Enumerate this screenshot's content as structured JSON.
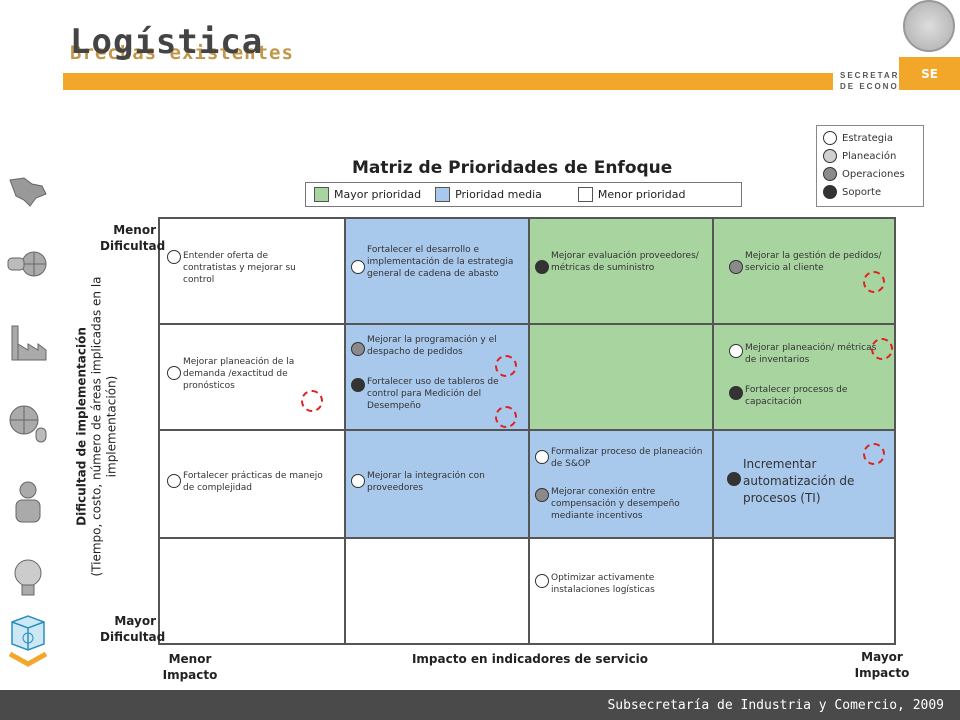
{
  "header": {
    "title": "Logística",
    "subtitle": "Brechas existentes",
    "secretaria_line1": "SECRETARÍA",
    "secretaria_line2": "DE ECONOMÍA",
    "badge": "SE"
  },
  "legend": {
    "items": [
      {
        "label": "Estrategia",
        "color": "#ffffff"
      },
      {
        "label": "Planeación",
        "color": "#d0d0d0"
      },
      {
        "label": "Operaciones",
        "color": "#8a8a8a"
      },
      {
        "label": "Soporte",
        "color": "#333333"
      }
    ]
  },
  "matrix": {
    "title": "Matriz de Prioridades de Enfoque",
    "priority_legend": [
      {
        "label": "Mayor prioridad",
        "color": "#a8d4a0"
      },
      {
        "label": "Prioridad media",
        "color": "#a8c8ec"
      },
      {
        "label": "Menor prioridad",
        "color": "#ffffff"
      }
    ],
    "cells": {
      "r0c0": "Entender oferta de contratistas y mejorar su control",
      "r0c1": "Fortalecer el desarrollo e implementación de la estrategia general de cadena de abasto",
      "r0c2": "Mejorar evaluación proveedores/ métricas de suministro",
      "r0c3": "Mejorar la gestión de pedidos/ servicio al cliente",
      "r1c0": "Mejorar planeación de la demanda /exactitud de pronósticos",
      "r1c1a": "Mejorar la programación y el despacho de pedidos",
      "r1c1b": "Fortalecer uso de tableros de control para Medición del Desempeño",
      "r1c3a": "Mejorar planeación/ métricas de inventarios",
      "r1c3b": "Fortalecer procesos de capacitación",
      "r2c0": "Fortalecer prácticas de manejo de complejidad",
      "r2c1": "Mejorar la integración con proveedores",
      "r2c2a": "Formalizar proceso de planeación de S&OP",
      "r2c2b": "Mejorar conexión entre compensación y desempeño mediante incentivos",
      "r2c3": "Incrementar automatización de procesos (TI)",
      "r3c2": "Optimizar activamente instalaciones logísticas"
    }
  },
  "axes": {
    "y_top": "Menor Dificultad",
    "y_bottom": "Mayor Dificultad",
    "y_title": "Dificultad de implementación",
    "y_subtitle": "(Tiempo, costo, número de áreas implicadas en la implementación)",
    "x_left": "Menor Impacto",
    "x_title": "Impacto en indicadores de servicio",
    "x_right": "Mayor Impacto"
  },
  "footer": {
    "text": "Subsecretaría de Industria y Comercio, 2009"
  }
}
